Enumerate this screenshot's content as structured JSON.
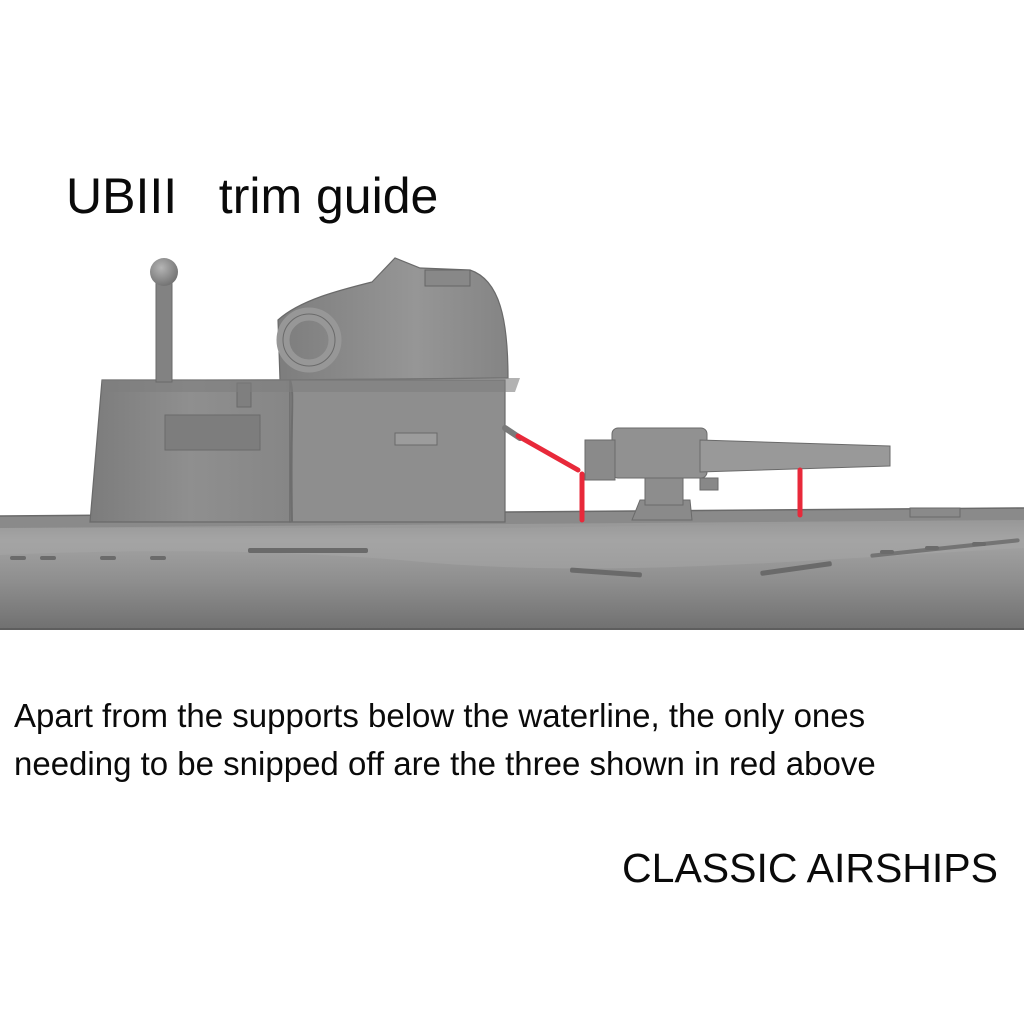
{
  "title": "UBIII   trim guide",
  "caption": {
    "line1": "Apart from the supports below the waterline, the only ones",
    "line2": "needing to be snipped off are the three shown in red above"
  },
  "brand": "CLASSIC AIRSHIPS",
  "colors": {
    "hull": "#8c8c8c",
    "highlight": "#a9a9a9",
    "shadow": "#6e6e6e",
    "support": "#e8293a"
  }
}
